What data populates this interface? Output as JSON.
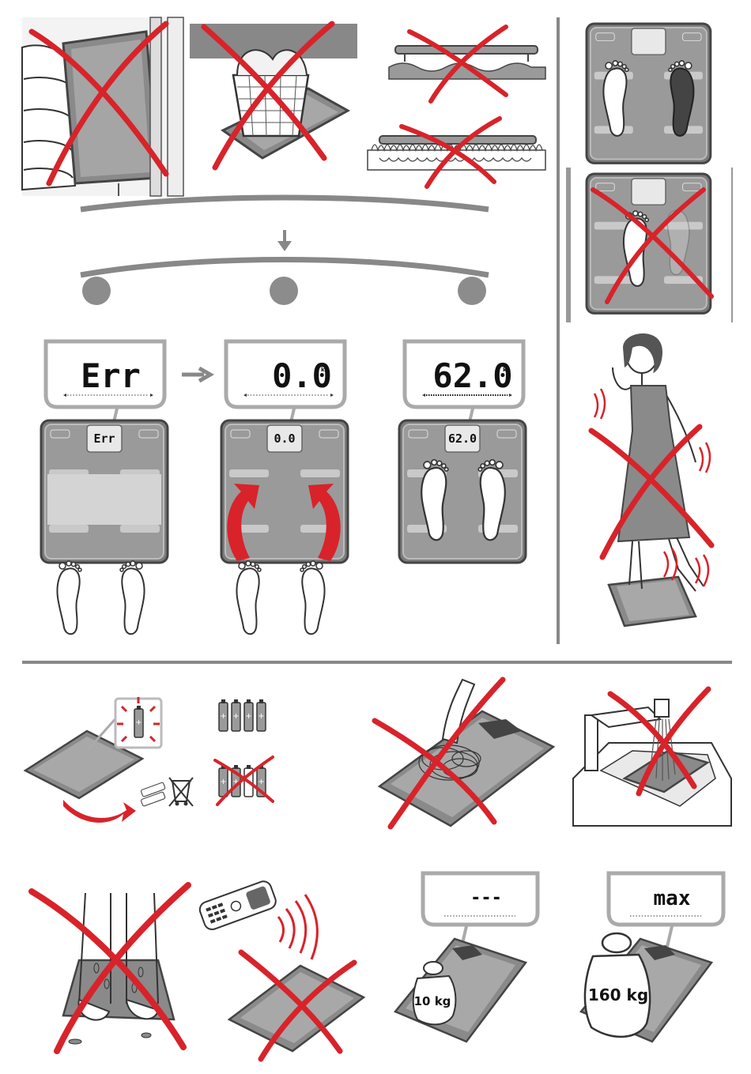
{
  "colors": {
    "cross": "#d8232a",
    "arrow_red": "#d8232a",
    "scale_body": "#8a8a8a",
    "scale_light": "#cfcfcf",
    "divider": "#888888",
    "step_dot": "#8c8c8c"
  },
  "sequence": {
    "displays": [
      {
        "reading": "Err",
        "unit": ""
      },
      {
        "reading": "0.0",
        "unit": "kg"
      },
      {
        "reading": "62.0",
        "unit": "kg"
      }
    ],
    "mini_displays": [
      "Err",
      "0.0",
      "62.0"
    ]
  },
  "load_tests": {
    "small_weight_label": "10 kg",
    "small_weight_display": "---",
    "large_weight_label": "160 kg",
    "large_weight_display": "max"
  },
  "icons": [
    "cross-icon",
    "foot-icon",
    "battery-icon",
    "recycle-bin-icon",
    "phone-icon",
    "signal-waves-icon",
    "weight-icon",
    "down-arrow-icon",
    "right-arrow-icon"
  ]
}
